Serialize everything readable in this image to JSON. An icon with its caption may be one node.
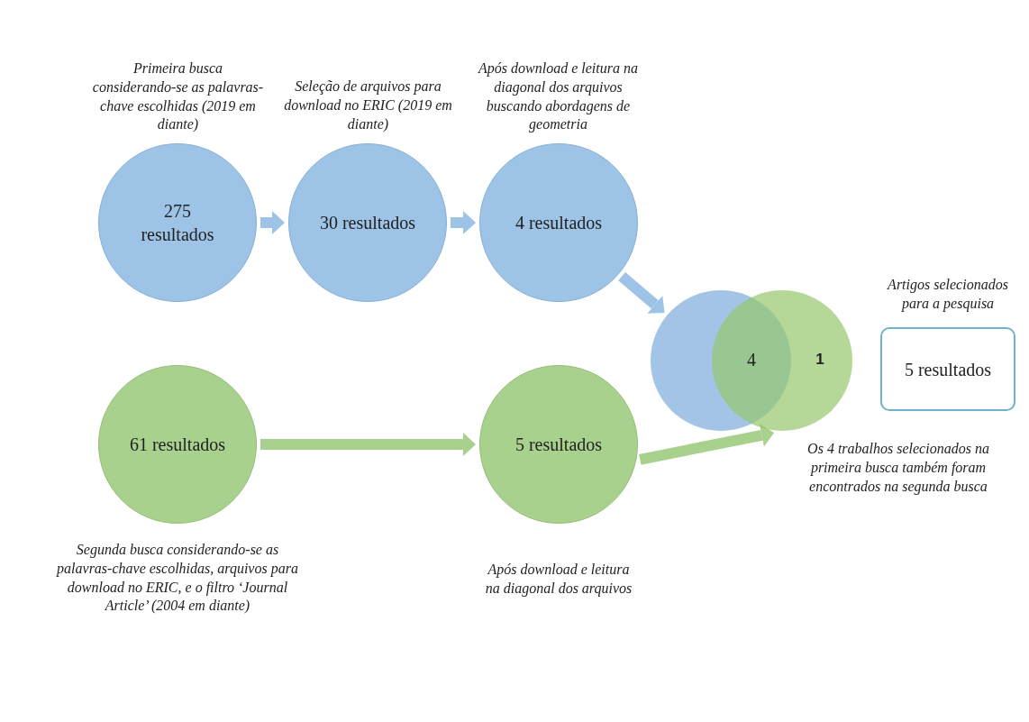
{
  "diagram": {
    "nodes": [
      {
        "text": [
          "275 resultados"
        ],
        "beside": [
          "Primeira busca considerando-se as palavras-chave escolhidas (2019 em diante)"
        ]
      },
      {
        "text": [
          "30 resultados"
        ],
        "beside": [
          "Seleção de arquivos para download no ERIC (2019 em diante)"
        ]
      },
      {
        "text": [
          "4 resultados"
        ],
        "beside": [
          "Após download e leitura na diagonal dos arquivos buscando abordagens de geometria"
        ]
      },
      {
        "text": [
          "61 resultados"
        ],
        "beside": [
          "Segunda busca considerando-se as palavras-chave escolhidas, arquivos para download no ERIC, e o filtro ‘Journal Article’ (2004 em diante)"
        ]
      },
      {
        "text": [
          "5 resultados"
        ],
        "beside": [
          "Após download e leitura na diagonal dos arquivos"
        ]
      },
      {
        "text": [],
        "shape": "circle"
      },
      {
        "text": [],
        "shape": "circle"
      },
      {
        "text": [
          "5 resultados"
        ],
        "beside": [
          "Artigos selecionados para a pesquisa"
        ]
      }
    ],
    "edges": [
      {
        "from": 0,
        "to": 1,
        "arrow": "to"
      },
      {
        "from": 1,
        "to": 2,
        "arrow": "to"
      },
      {
        "from": 3,
        "to": 4,
        "arrow": "to",
        "color": "#a9d18e"
      },
      {
        "from": 2,
        "to": 5,
        "arrow": "to"
      },
      {
        "from": 4,
        "to": 6,
        "arrow": "to",
        "color": "#a9d18e"
      }
    ],
    "labels": [
      "4",
      "1",
      "Os 4 trabalhos selecionados na primeira busca também foram encontrados na segunda busca"
    ]
  }
}
